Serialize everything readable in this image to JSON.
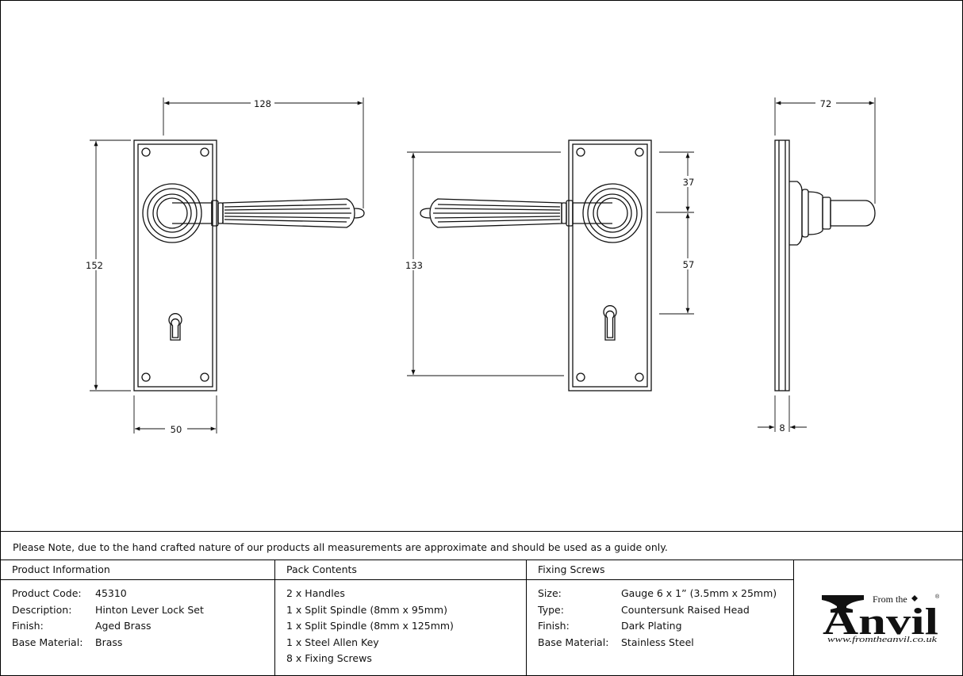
{
  "dimensions": {
    "front_width_total": "128",
    "front_height": "152",
    "front_plate_width": "50",
    "rear_height": "133",
    "rear_top_offset": "37",
    "rear_centers": "57",
    "side_projection": "72",
    "side_thickness": "8"
  },
  "note": "Please Note, due to the hand crafted nature of our products all measurements are approximate and should be used as a guide only.",
  "product_information": {
    "title": "Product Information",
    "rows": [
      {
        "label": "Product Code:",
        "value": "45310"
      },
      {
        "label": "Description:",
        "value": "Hinton Lever Lock Set"
      },
      {
        "label": "Finish:",
        "value": "Aged Brass"
      },
      {
        "label": "Base Material:",
        "value": "Brass"
      }
    ]
  },
  "pack_contents": {
    "title": "Pack Contents",
    "items": [
      "2 x Handles",
      "1 x Split Spindle (8mm x 95mm)",
      "1 x Split Spindle (8mm x 125mm)",
      "1 x Steel Allen Key",
      "8 x Fixing Screws"
    ]
  },
  "fixing_screws": {
    "title": "Fixing Screws",
    "rows": [
      {
        "label": "Size:",
        "value": "Gauge 6 x 1” (3.5mm x 25mm)"
      },
      {
        "label": "Type:",
        "value": "Countersunk Raised Head"
      },
      {
        "label": "Finish:",
        "value": "Dark Plating"
      },
      {
        "label": "Base Material:",
        "value": "Stainless Steel"
      }
    ]
  },
  "logo": {
    "from_the": "From the",
    "anvil": "Anvil",
    "registered": "®",
    "website": "www.fromtheanvil.co.uk"
  }
}
